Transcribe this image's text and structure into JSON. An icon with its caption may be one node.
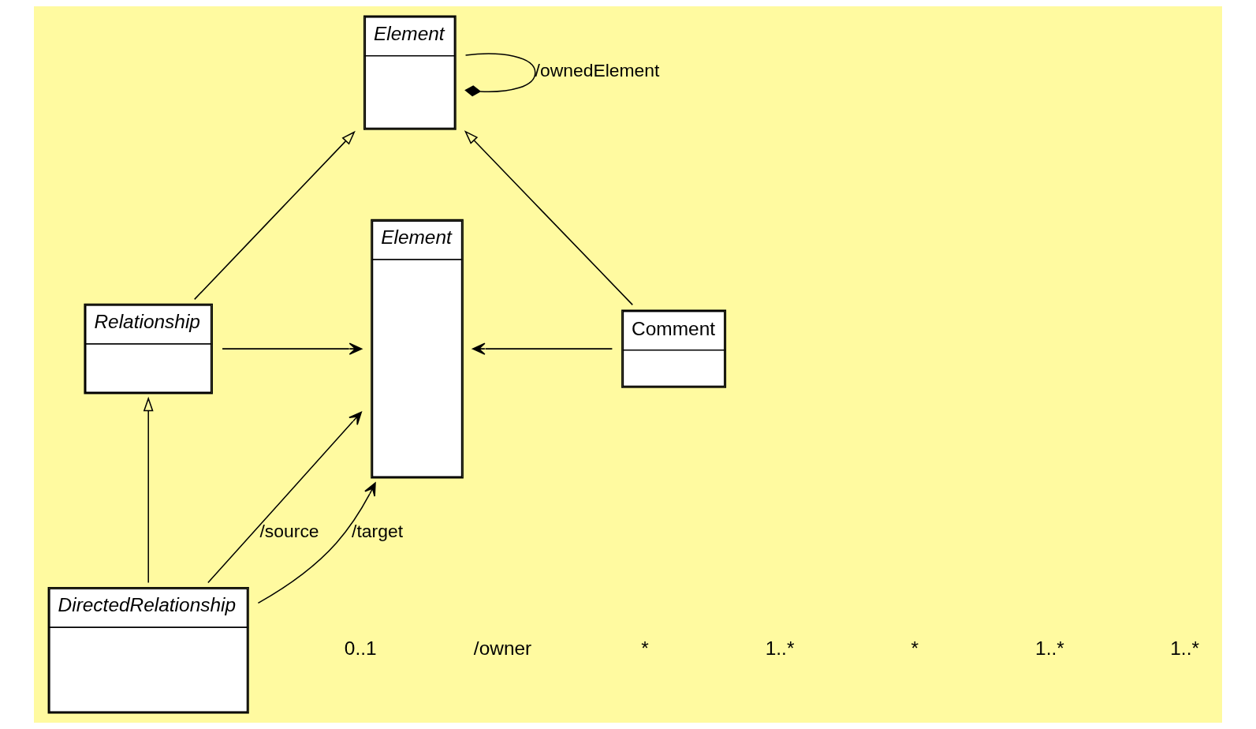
{
  "diagram": {
    "nodes": [
      {
        "text": [
          "Element"
        ]
      },
      {
        "text": [
          "Relationship"
        ]
      },
      {
        "text": [
          "Element"
        ]
      },
      {
        "text": [
          "Comment"
        ]
      },
      {
        "text": [
          "DirectedRelationship"
        ]
      }
    ],
    "edges": [
      {
        "from": 0,
        "to": 0,
        "arrow": "other",
        "label": "/ownedElement"
      },
      {
        "from": 1,
        "to": 0,
        "arrow": "to"
      },
      {
        "from": 3,
        "to": 0,
        "arrow": "to"
      },
      {
        "from": 4,
        "to": 1,
        "arrow": "to"
      },
      {
        "from": 1,
        "to": 2,
        "arrow": "to"
      },
      {
        "from": 3,
        "to": 2,
        "arrow": "to"
      },
      {
        "from": 4,
        "to": 2,
        "arrow": "to",
        "label": "/source"
      },
      {
        "from": 4,
        "to": 2,
        "arrow": "to",
        "label": "/target"
      }
    ],
    "labels": [
      "0..1",
      "/owner",
      "*",
      "1..*",
      "*",
      "1..*",
      "1..*"
    ]
  }
}
